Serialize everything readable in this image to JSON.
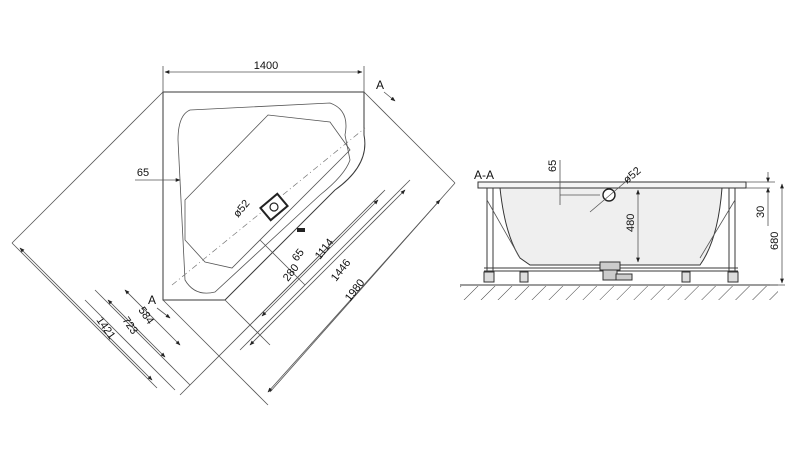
{
  "plan": {
    "width": "1400",
    "side": "1421",
    "left_offset": "65",
    "drain_dia": "ø52",
    "d_1114": "1114",
    "d_1446": "1446",
    "d_1980": "1980",
    "d_65b": "65",
    "d_280": "280",
    "d_584": "584",
    "d_723": "723",
    "section_a_top": "A",
    "section_a_bottom": "A"
  },
  "section": {
    "title": "A-A",
    "d_65": "65",
    "drain_dia": "ø52",
    "depth": "480",
    "rim": "30",
    "height": "680"
  },
  "colors": {
    "tub_fill": "#eeeeee",
    "line": "#3a3a3a",
    "floor_hatch": "#444444"
  }
}
